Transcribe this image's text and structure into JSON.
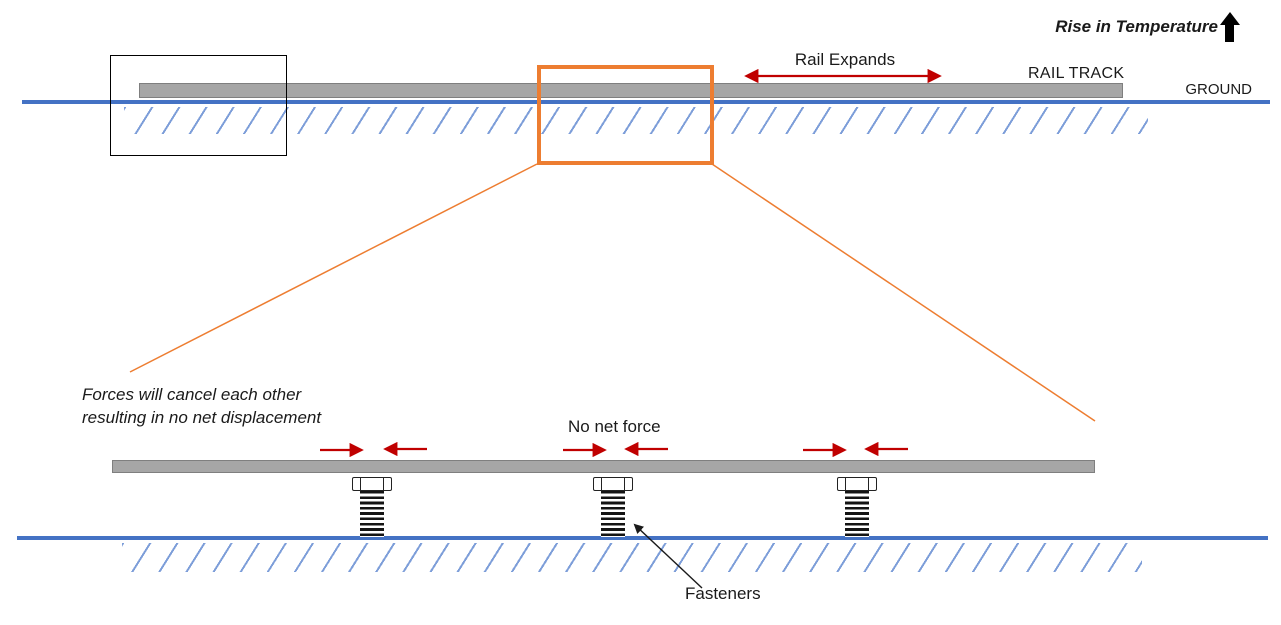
{
  "colors": {
    "rail_fill": "#A6A6A6",
    "rail_border": "#7F7F7F",
    "ground_line_blue": "#4472C4",
    "hatch_blue": "#7D9ED9",
    "highlight_box_orange": "#ED7D31",
    "force_arrow_red": "#C00000",
    "text_black": "#1A1A1A"
  },
  "header": {
    "temperature_label": "Rise in Temperature"
  },
  "overview": {
    "rail_expands_label": "Rail Expands",
    "rail_track_label": "RAIL TRACK",
    "ground_label": "GROUND"
  },
  "detail": {
    "forces_note": "Forces will cancel each other\nresulting in no net displacement",
    "no_net_force_label": "No net force",
    "fasteners_label": "Fasteners"
  }
}
